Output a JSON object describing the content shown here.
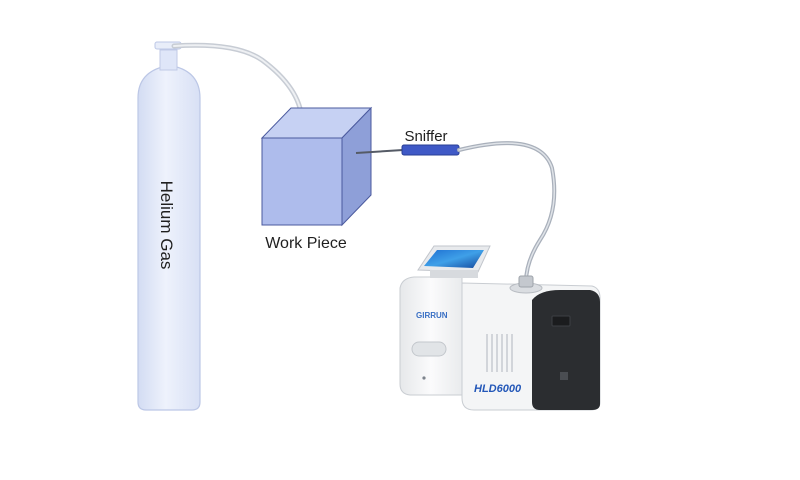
{
  "labels": {
    "cylinder": "Helium Gas",
    "work_piece": "Work Piece",
    "sniffer": "Sniffer"
  },
  "device": {
    "brand": "GIRRUN",
    "model": "HLD6000"
  },
  "colors": {
    "cylinder_fill": "#e3e9f8",
    "cylinder_edge": "#b5c1e2",
    "cube_front": "#aebcec",
    "cube_top": "#c7d2f3",
    "cube_side": "#8e9fd8",
    "cube_edge": "#4b5a9e",
    "hose": "#b8bec8",
    "sniffer_probe": "#3f59c6",
    "device_body": "#f2f3f4",
    "device_dark": "#2b2d30",
    "model_text": "#2357b8"
  }
}
